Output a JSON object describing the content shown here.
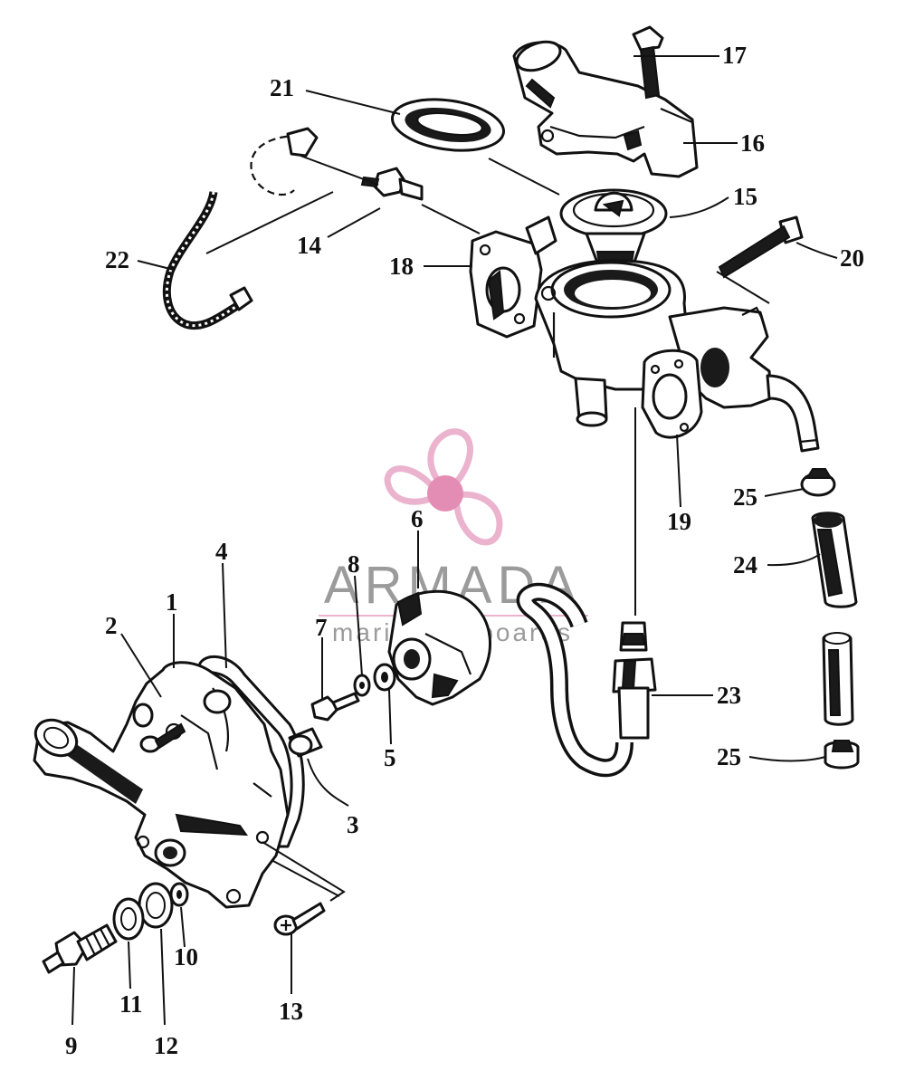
{
  "watermark": {
    "brand": "ARMADA",
    "tagline": "marine outboards",
    "brand_color": "#8a8a8a",
    "logo_color": "#e8a6c6",
    "logo_hub_color": "#e07aa8"
  },
  "callouts": [
    {
      "id": "1",
      "text": "1"
    },
    {
      "id": "2",
      "text": "2"
    },
    {
      "id": "3",
      "text": "3"
    },
    {
      "id": "4",
      "text": "4"
    },
    {
      "id": "5",
      "text": "5"
    },
    {
      "id": "6",
      "text": "6"
    },
    {
      "id": "7",
      "text": "7"
    },
    {
      "id": "8",
      "text": "8"
    },
    {
      "id": "9",
      "text": "9"
    },
    {
      "id": "10",
      "text": "10"
    },
    {
      "id": "11",
      "text": "11"
    },
    {
      "id": "12",
      "text": "12"
    },
    {
      "id": "13",
      "text": "13"
    },
    {
      "id": "14",
      "text": "14"
    },
    {
      "id": "15",
      "text": "15"
    },
    {
      "id": "16",
      "text": "16"
    },
    {
      "id": "17",
      "text": "17"
    },
    {
      "id": "18",
      "text": "18"
    },
    {
      "id": "19",
      "text": "19"
    },
    {
      "id": "20",
      "text": "20"
    },
    {
      "id": "21",
      "text": "21"
    },
    {
      "id": "22",
      "text": "22"
    },
    {
      "id": "23",
      "text": "23"
    },
    {
      "id": "24",
      "text": "24"
    },
    {
      "id": "25a",
      "text": "25"
    },
    {
      "id": "25b",
      "text": "25"
    }
  ]
}
